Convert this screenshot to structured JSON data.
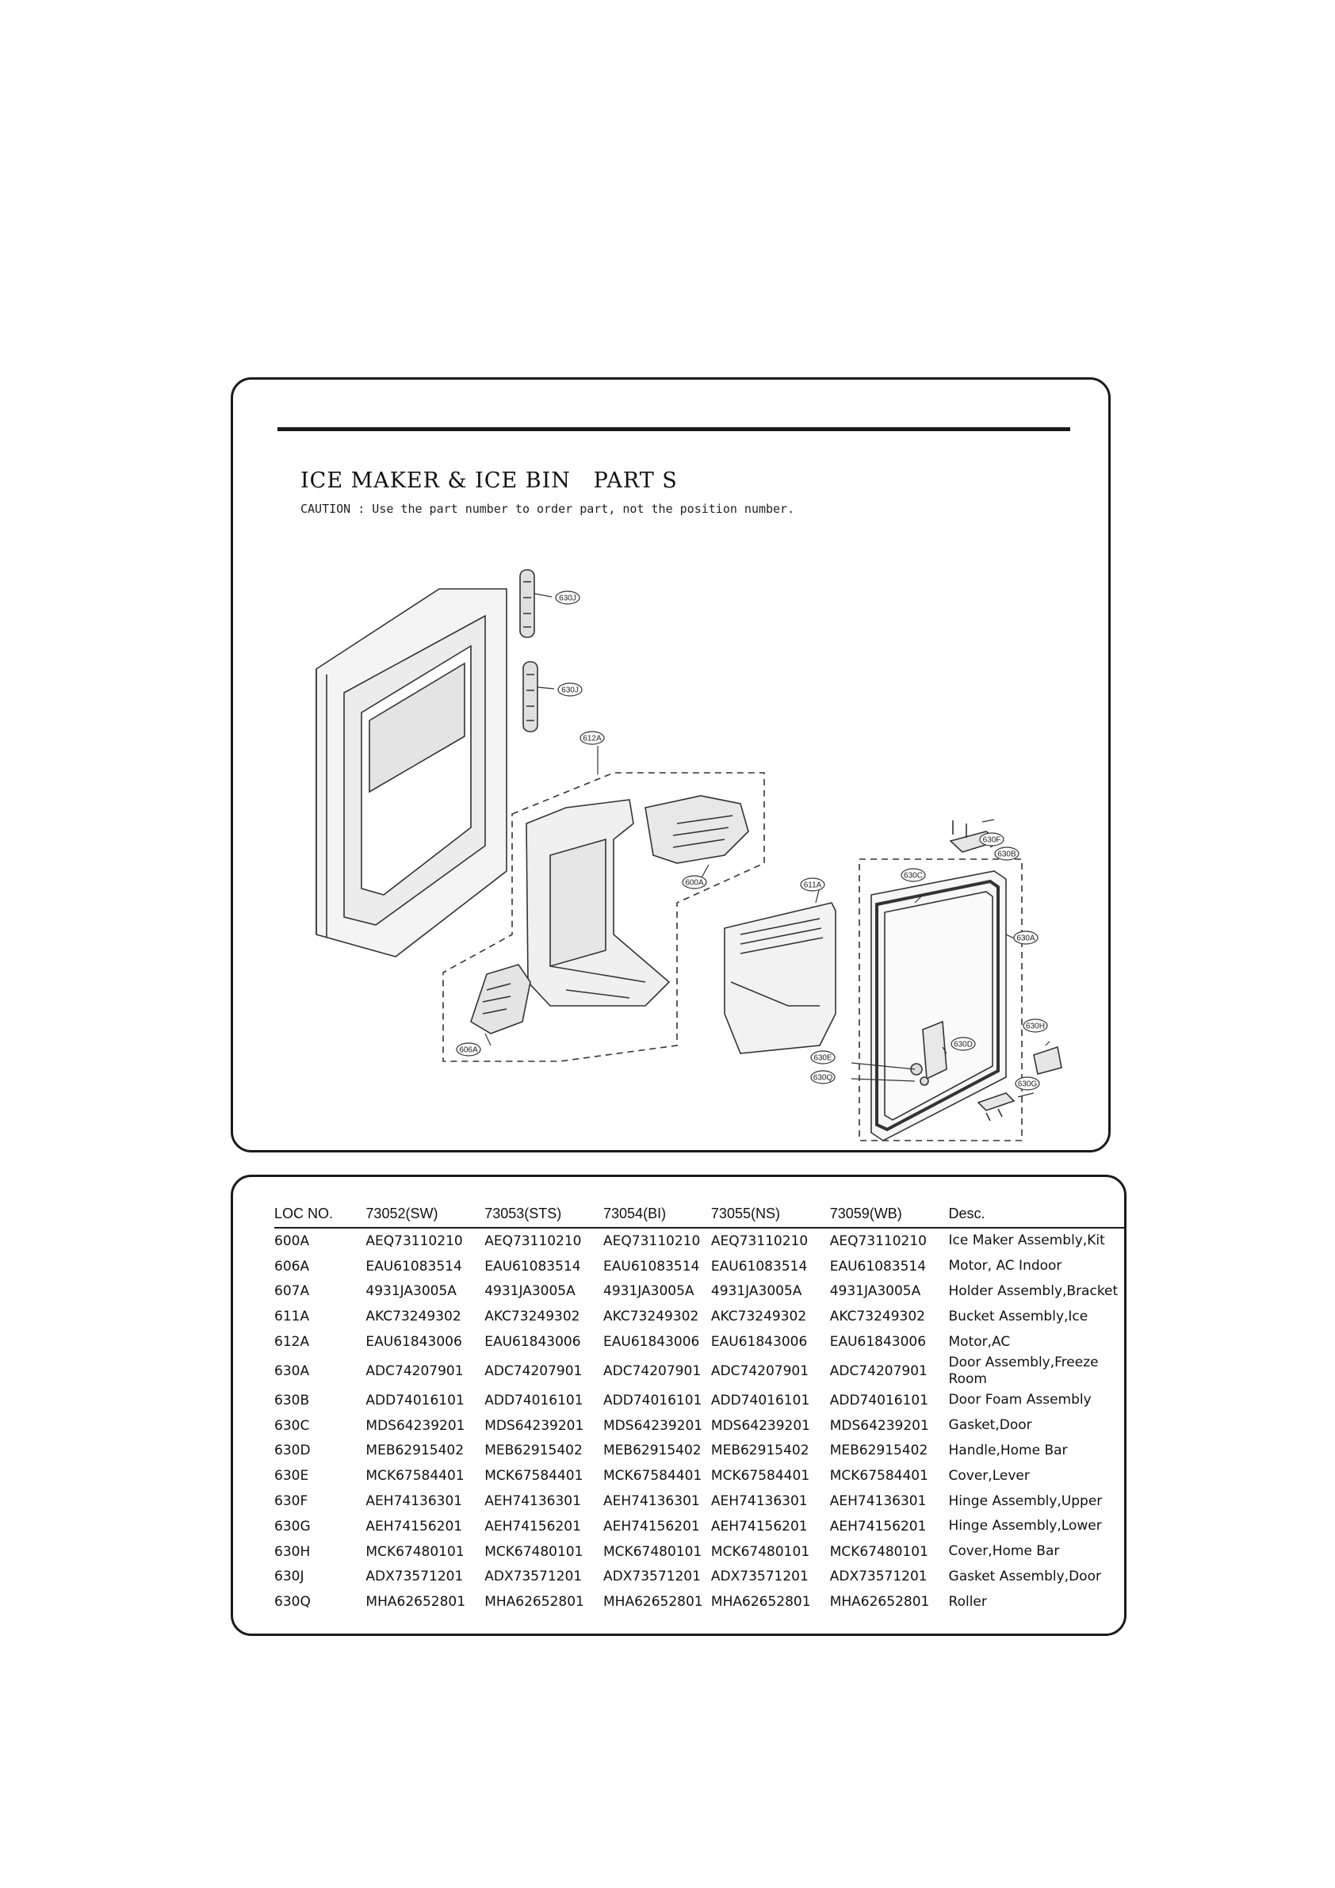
{
  "diagram": {
    "title": "ICE MAKER & ICE BIN   PART S",
    "caution": "CAUTION : Use the part number to order part, not the position number.",
    "callouts": [
      "630J",
      "630J",
      "612A",
      "630F",
      "630B",
      "630C",
      "600A",
      "611A",
      "630A",
      "630H",
      "630D",
      "630E",
      "630Q",
      "630G",
      "606A"
    ]
  },
  "parts_table": {
    "headers": [
      "LOC NO.",
      "73052(SW)",
      "73053(STS)",
      "73054(BI)",
      "73055(NS)",
      "73059(WB)",
      "Desc."
    ],
    "rows": [
      [
        "600A",
        "AEQ73110210",
        "AEQ73110210",
        "AEQ73110210",
        "AEQ73110210",
        "AEQ73110210",
        "Ice Maker Assembly,Kit"
      ],
      [
        "606A",
        "EAU61083514",
        "EAU61083514",
        "EAU61083514",
        "EAU61083514",
        "EAU61083514",
        "Motor, AC Indoor"
      ],
      [
        "607A",
        "4931JA3005A",
        "4931JA3005A",
        "4931JA3005A",
        "4931JA3005A",
        "4931JA3005A",
        "Holder Assembly,Bracket"
      ],
      [
        "611A",
        "AKC73249302",
        "AKC73249302",
        "AKC73249302",
        "AKC73249302",
        "AKC73249302",
        "Bucket Assembly,Ice"
      ],
      [
        "612A",
        "EAU61843006",
        "EAU61843006",
        "EAU61843006",
        "EAU61843006",
        "EAU61843006",
        "Motor,AC"
      ],
      [
        "630A",
        "ADC74207901",
        "ADC74207901",
        "ADC74207901",
        "ADC74207901",
        "ADC74207901",
        "Door Assembly,Freeze Room"
      ],
      [
        "630B",
        "ADD74016101",
        "ADD74016101",
        "ADD74016101",
        "ADD74016101",
        "ADD74016101",
        "Door Foam Assembly"
      ],
      [
        "630C",
        "MDS64239201",
        "MDS64239201",
        "MDS64239201",
        "MDS64239201",
        "MDS64239201",
        "Gasket,Door"
      ],
      [
        "630D",
        "MEB62915402",
        "MEB62915402",
        "MEB62915402",
        "MEB62915402",
        "MEB62915402",
        "Handle,Home Bar"
      ],
      [
        "630E",
        "MCK67584401",
        "MCK67584401",
        "MCK67584401",
        "MCK67584401",
        "MCK67584401",
        "Cover,Lever"
      ],
      [
        "630F",
        "AEH74136301",
        "AEH74136301",
        "AEH74136301",
        "AEH74136301",
        "AEH74136301",
        "Hinge Assembly,Upper"
      ],
      [
        "630G",
        "AEH74156201",
        "AEH74156201",
        "AEH74156201",
        "AEH74156201",
        "AEH74156201",
        "Hinge Assembly,Lower"
      ],
      [
        "630H",
        "MCK67480101",
        "MCK67480101",
        "MCK67480101",
        "MCK67480101",
        "MCK67480101",
        "Cover,Home Bar"
      ],
      [
        "630J",
        "ADX73571201",
        "ADX73571201",
        "ADX73571201",
        "ADX73571201",
        "ADX73571201",
        "Gasket Assembly,Door"
      ],
      [
        "630Q",
        "MHA62652801",
        "MHA62652801",
        "MHA62652801",
        "MHA62652801",
        "MHA62652801",
        "Roller"
      ]
    ]
  }
}
